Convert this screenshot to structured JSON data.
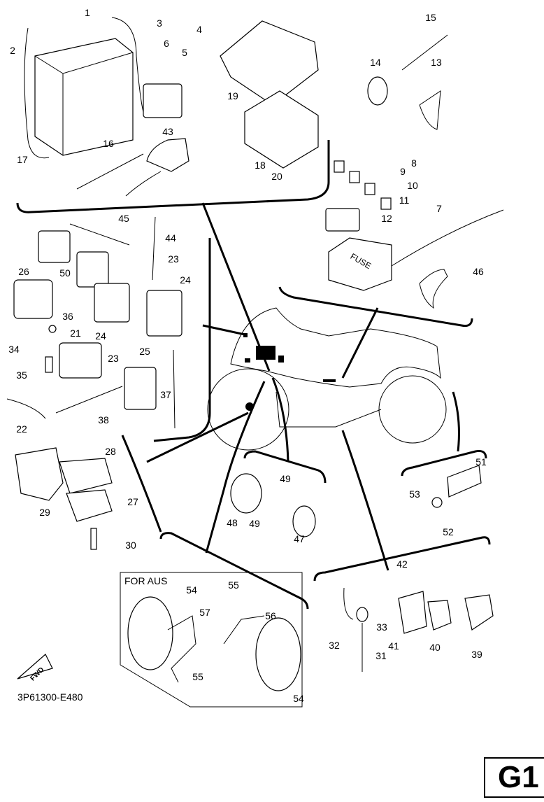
{
  "diagram": {
    "callouts": [
      "1",
      "2",
      "3",
      "4",
      "5",
      "6",
      "19",
      "15",
      "14",
      "13",
      "17",
      "16",
      "43",
      "18",
      "20",
      "8",
      "9",
      "10",
      "11",
      "7",
      "12",
      "45",
      "44",
      "26",
      "50",
      "23",
      "24",
      "36",
      "34",
      "21",
      "24",
      "23",
      "25",
      "46",
      "35",
      "37",
      "22",
      "38",
      "28",
      "51",
      "49",
      "53",
      "29",
      "27",
      "48",
      "49",
      "47",
      "52",
      "30",
      "42",
      "55",
      "54",
      "57",
      "56",
      "33",
      "32",
      "41",
      "31",
      "40",
      "39",
      "55",
      "54"
    ],
    "variant_label": "FOR AUS",
    "fuse_label": "FUSE",
    "fwd_label": "FWD",
    "drawing_code": "3P61300-E480",
    "page_tag": "G1"
  }
}
